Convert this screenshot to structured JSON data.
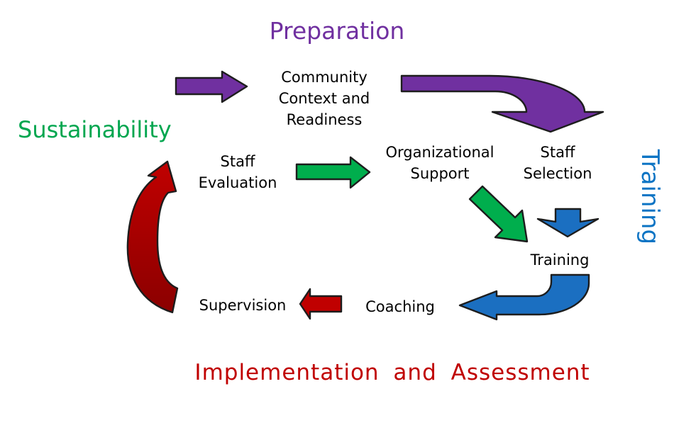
{
  "titles": {
    "top": {
      "text": "Preparation",
      "color": "#7030A0"
    },
    "left": {
      "text": "Sustainability",
      "color": "#00A64F"
    },
    "right": {
      "text": "Training",
      "color": "#0C74C4"
    },
    "bottom": {
      "text": "Implementation and Assessment",
      "color": "#C00000"
    }
  },
  "nodes": {
    "community_context": "Community\nContext and\nReadiness",
    "staff_evaluation": "Staff\nEvaluation",
    "organizational_support": "Organizational\nSupport",
    "staff_selection": "Staff\nSelection",
    "training": "Training",
    "coaching": "Coaching",
    "supervision": "Supervision"
  },
  "colors": {
    "purple": "#7030A0",
    "green": "#00AE4D",
    "blue": "#1B6FC1",
    "red": "#C00000",
    "dark_red": "#8B0000",
    "outline": "#1D1D1D",
    "text": "#000000"
  },
  "arrows": [
    {
      "name": "preparation-entry-arrow",
      "shape": "right-arrow",
      "color": "#7030A0",
      "from": "Sustainability loop",
      "to": "Community Context and Readiness"
    },
    {
      "name": "community-to-staff-selection",
      "shape": "bent-down-arrow",
      "color": "#7030A0",
      "from": "Community Context and Readiness",
      "to": "Staff Selection"
    },
    {
      "name": "staff-evaluation-to-org-support",
      "shape": "right-arrow",
      "color": "#00AE4D",
      "from": "Staff Evaluation",
      "to": "Organizational Support"
    },
    {
      "name": "org-support-to-training",
      "shape": "diagonal-arrow",
      "color": "#00AE4D",
      "from": "Organizational Support",
      "to": "Training"
    },
    {
      "name": "staff-selection-to-training",
      "shape": "down-arrow",
      "color": "#1B6FC1",
      "from": "Staff Selection",
      "to": "Training"
    },
    {
      "name": "training-to-coaching",
      "shape": "bent-left-arrow",
      "color": "#1B6FC1",
      "from": "Training",
      "to": "Coaching"
    },
    {
      "name": "coaching-to-supervision",
      "shape": "left-arrow",
      "color": "#C00000",
      "from": "Coaching",
      "to": "Supervision"
    },
    {
      "name": "sustainability-loop-arrow",
      "shape": "curved-c-arrow",
      "color_top": "#C00000",
      "color_bottom": "#8B0000",
      "from": "Supervision",
      "to": "Staff Evaluation"
    }
  ]
}
